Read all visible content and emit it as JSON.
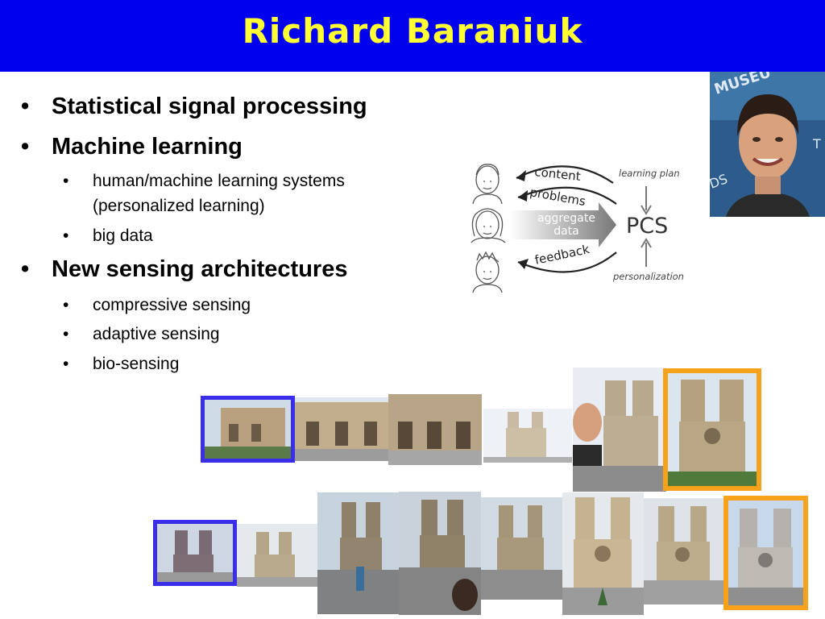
{
  "slide": {
    "title": "Richard Baraniuk"
  },
  "bullets": {
    "b1": "Statistical signal processing",
    "b2": "Machine learning",
    "b2_sub1_line1": "human/machine learning systems",
    "b2_sub1_line2": "(personalized learning)",
    "b2_sub2": "big data",
    "b3": "New sensing architectures",
    "b3_sub1": "compressive sensing",
    "b3_sub2": "adaptive sensing",
    "b3_sub3": "bio-sensing",
    "bullet_char": "•"
  },
  "diagram": {
    "content": "content",
    "problems": "problems",
    "aggregate": "aggregate",
    "data": "data",
    "pcs": "PCS",
    "feedback": "feedback",
    "learning_plan": "learning plan",
    "personalization": "personalization"
  },
  "colors": {
    "title_bar": "#0000ee",
    "title_text": "#ffff33",
    "frame_blue": "#3a2ee8",
    "frame_orange": "#f6a21a"
  }
}
